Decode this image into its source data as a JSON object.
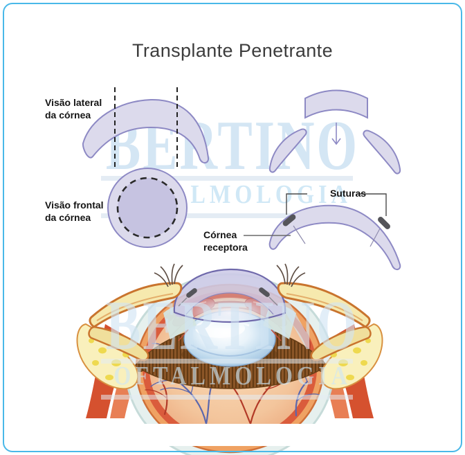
{
  "title": "Transplante Penetrante",
  "watermark": {
    "brand": "BERTINO",
    "subtitle": "OFTALMOLOGIA"
  },
  "labels": {
    "lateral_view": "Visão lateral da córnea",
    "frontal_view": "Visão frontal da córnea",
    "sutures": "Suturas",
    "receptor_cornea": "Córnea receptora"
  },
  "colors": {
    "border": "#49b8e8",
    "cornea_fill": "#dcdaec",
    "cornea_stroke": "#8d89c4",
    "frontal_inner": "#c6c3e1",
    "suture": "#55555a",
    "label_text": "#141414",
    "title_text": "#3c3c3c",
    "watermark_blue": "#cfe3f2",
    "band_blue": "#e4ecf4"
  }
}
